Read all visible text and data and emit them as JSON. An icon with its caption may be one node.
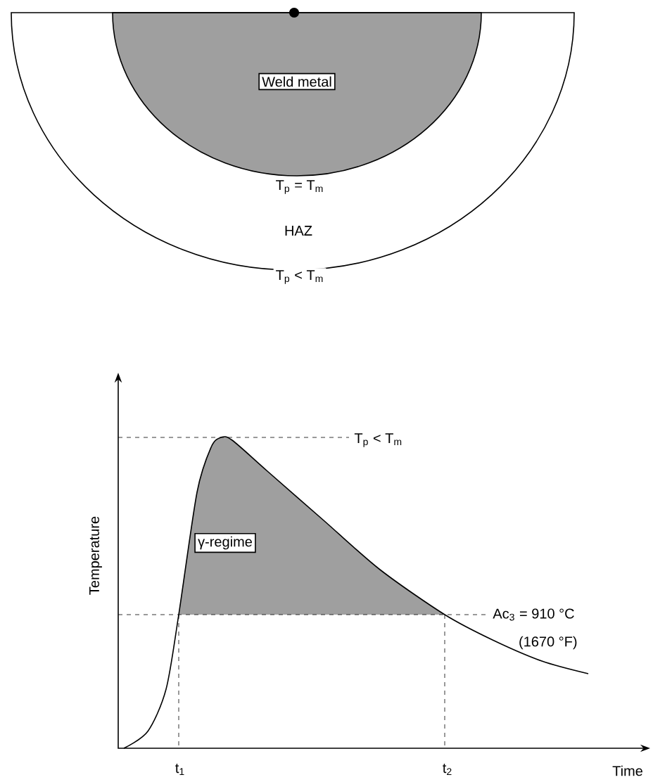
{
  "diagram": {
    "nodes": [
      {
        "text": [
          "Weld metal"
        ]
      },
      {
        "text": [
          "γ-regime"
        ]
      }
    ],
    "labels": [
      "T$_{p}$ = T$_{m}$",
      "HAZ",
      "T$_{p}$ < T$_{m}$",
      "T$_{p}$ < T$_{m}$",
      "Ac$_{3}$ = 910 °C",
      "(1670 °F)",
      "Temperature",
      "t$_{1}$",
      "t$_{2}$",
      "Time"
    ]
  }
}
